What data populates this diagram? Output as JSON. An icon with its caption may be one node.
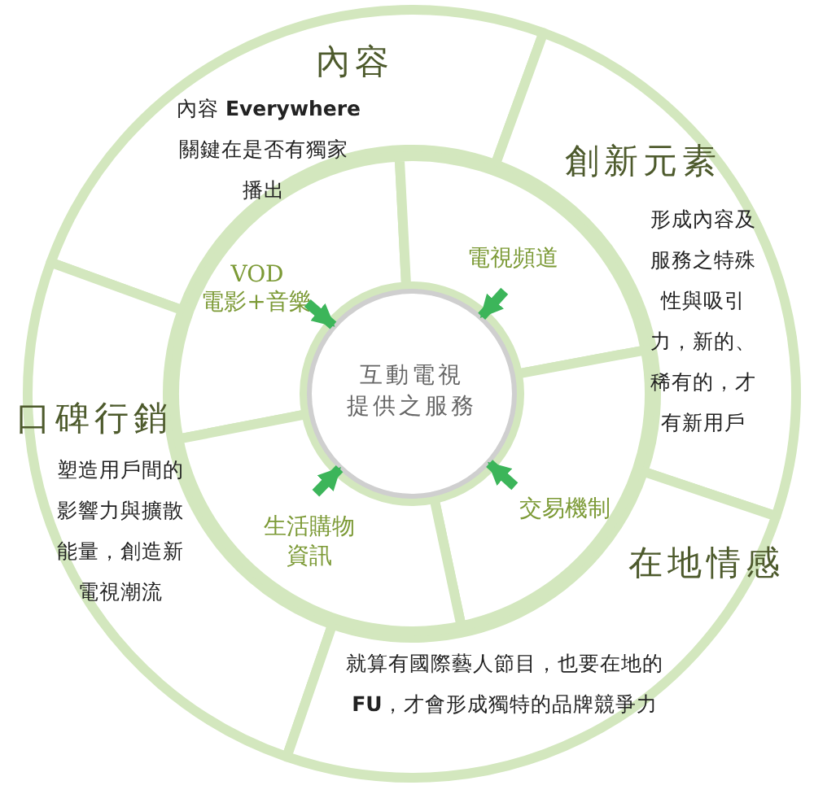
{
  "diagram": {
    "nodes": [
      {
        "text": [
          "內容",
          "內容 **Everywhere**",
          "關鍵在是否有獨家播出"
        ]
      },
      {
        "text": [
          "創新元素",
          "形成內容及服務之特殊性與吸引力，新的、稀有的，才有新用戶"
        ]
      },
      {
        "text": [
          "口碑行銷",
          "塑造用戶間的影響力與擴散能量，創造新電視潮流"
        ]
      },
      {
        "text": [
          "在地情感",
          "就算有國際藝人節目，也要在地的**FU**，才會形成獨特的品牌競爭力"
        ]
      },
      {
        "text": [
          "VOD",
          "電影+音樂"
        ]
      },
      {
        "text": [
          "電視頻道"
        ]
      },
      {
        "text": [
          "交易機制"
        ]
      },
      {
        "text": [
          "生活購物資訊"
        ]
      },
      {
        "text": [
          "互動電視",
          "提供之服務"
        ]
      }
    ],
    "edges": [
      {
        "from": 4,
        "to": 8,
        "arrow": "to"
      },
      {
        "from": 5,
        "to": 8,
        "arrow": "to"
      },
      {
        "from": 6,
        "to": 8,
        "arrow": "to"
      },
      {
        "from": 7,
        "to": 8,
        "arrow": "to"
      }
    ]
  }
}
